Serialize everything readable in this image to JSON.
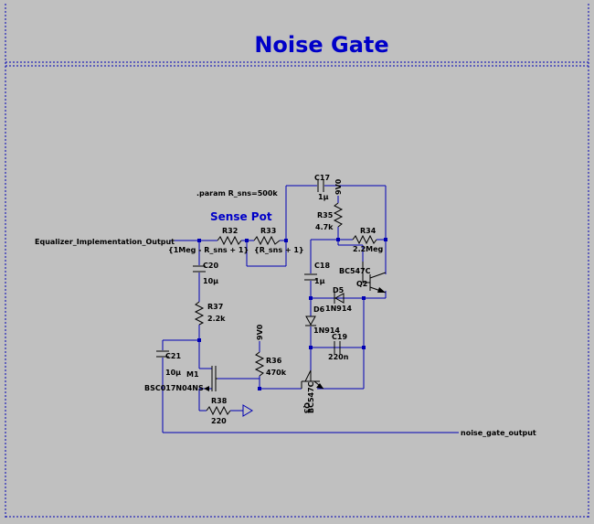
{
  "schematic": {
    "title": "Noise Gate",
    "sense_pot_label": "Sense Pot",
    "param_directive": ".param R_sns=500k",
    "nets": {
      "input": "Equalizer_Implementation_Output",
      "output": "noise_gate_output",
      "supply_top": "9V0",
      "supply_mid": "9V0"
    },
    "components": {
      "r32": {
        "name": "R32",
        "value": "{1Meg - R_sns + 1}"
      },
      "r33": {
        "name": "R33",
        "value": "{R_sns + 1}"
      },
      "c17": {
        "name": "C17",
        "value": "1µ"
      },
      "r35": {
        "name": "R35",
        "value": "4.7k"
      },
      "r34": {
        "name": "R34",
        "value": "2.2Meg"
      },
      "c20": {
        "name": "C20",
        "value": "10µ"
      },
      "c18": {
        "name": "C18",
        "value": "1µ"
      },
      "q2": {
        "name": "Q2",
        "model": "BC547C"
      },
      "d5": {
        "name": "D5",
        "model": "1N914"
      },
      "d6": {
        "name": "D6",
        "model": "1N914"
      },
      "c19": {
        "name": "C19",
        "value": "220n"
      },
      "r37": {
        "name": "R37",
        "value": "2.2k"
      },
      "c21": {
        "name": "C21",
        "value": "10µ"
      },
      "m1": {
        "name": "M1",
        "model": "BSC017N04NS"
      },
      "r36": {
        "name": "R36",
        "value": "470k"
      },
      "q3": {
        "name": "Q3",
        "model": "BC547C"
      },
      "r38": {
        "name": "R38",
        "value": "220"
      }
    }
  }
}
